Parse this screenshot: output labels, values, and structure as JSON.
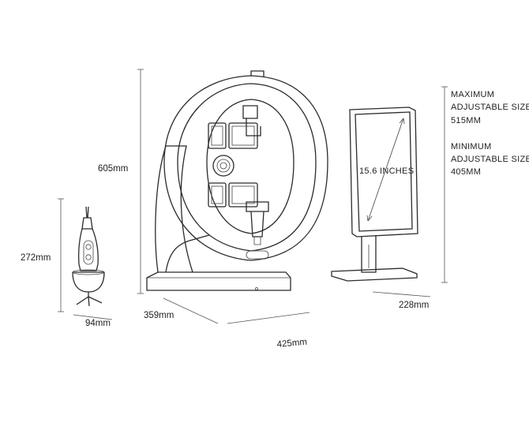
{
  "dimensions": {
    "height_main": "605mm",
    "height_probe": "272mm",
    "width_probe": "94mm",
    "depth_main": "359mm",
    "width_main": "425mm",
    "width_monitor": "228mm"
  },
  "monitor": {
    "screen_size": "15.6 INCHES",
    "max_label_1": "MAXIMUM",
    "max_label_2": "ADJUSTABLE SIZE",
    "max_value": "515MM",
    "min_label_1": "MINIMUM",
    "min_label_2": "ADJUSTABLE SIZE",
    "min_value": "405MM"
  },
  "colors": {
    "stroke": "#2b2b2b",
    "background": "#ffffff"
  }
}
